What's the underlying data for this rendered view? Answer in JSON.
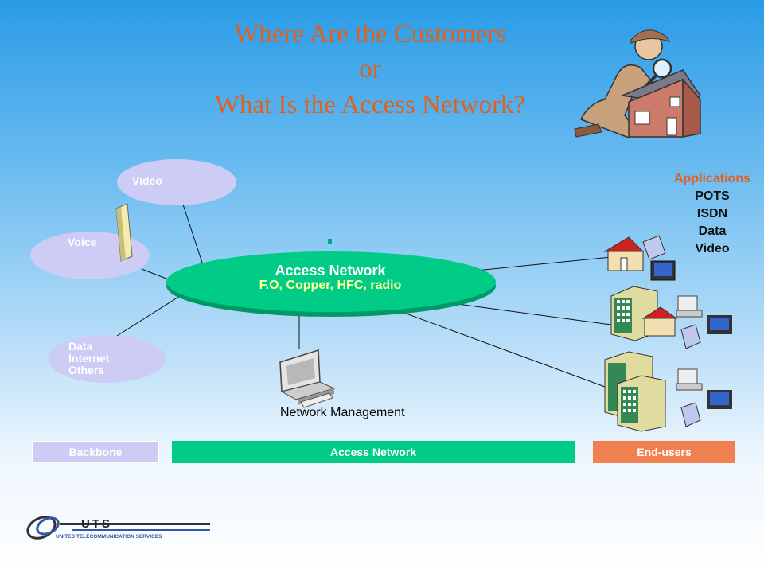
{
  "title": {
    "line1": "Where Are the Customers",
    "line2": "or",
    "line3": "What Is the Access Network?"
  },
  "services": {
    "video": "Video",
    "voice": "Voice",
    "data": [
      "Data",
      "Internet",
      "Others"
    ]
  },
  "access_network": {
    "title": "Access Network",
    "subtitle": "F.O, Copper, HFC, radio"
  },
  "applications": {
    "heading": "Applications",
    "items": [
      "POTS",
      "ISDN",
      "Data",
      "Video"
    ]
  },
  "network_management": "Network Management",
  "bands": {
    "backbone": "Backbone",
    "access": "Access Network",
    "endusers": "End-users"
  },
  "logo": {
    "name": "UTS",
    "tagline": "UNITED TELECOMMUNICATION SERVICES"
  },
  "colors": {
    "title": "#e0601c",
    "access_green": "#00cc88",
    "bubble_lavender": "#ccccf5",
    "enduser_orange": "#f08050"
  }
}
